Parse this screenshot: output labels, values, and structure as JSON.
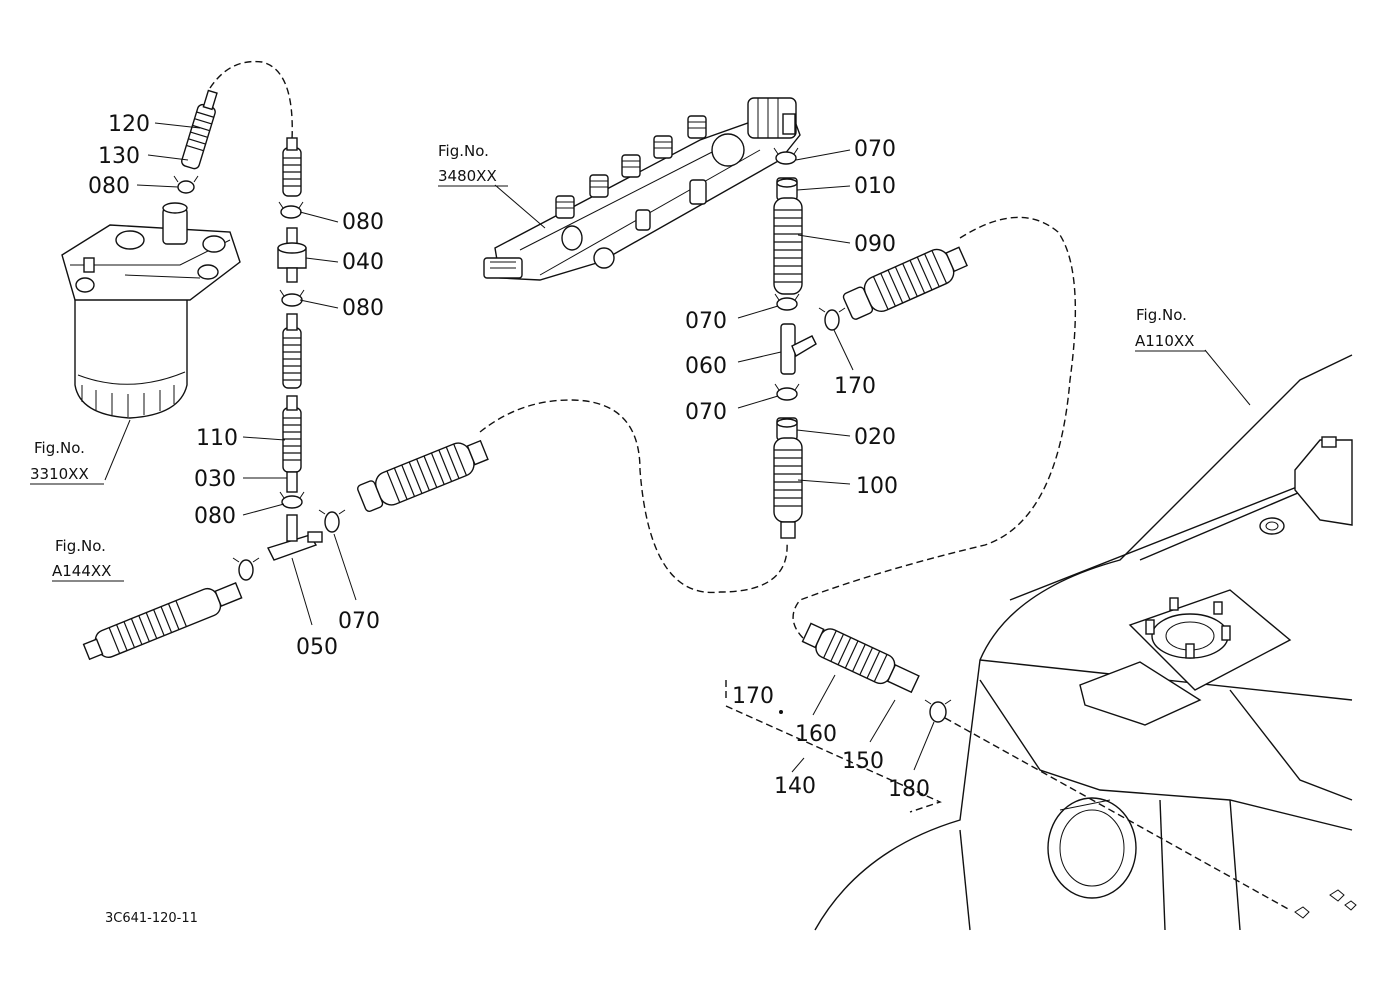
{
  "diagram_code": "3C641-120-11",
  "figure_refs": [
    {
      "id": "fig-3310",
      "line1": "Fig.No.",
      "line2": "3310XX"
    },
    {
      "id": "fig-3480",
      "line1": "Fig.No.",
      "line2": "3480XX"
    },
    {
      "id": "fig-a110",
      "line1": "Fig.No.",
      "line2": "A110XX"
    },
    {
      "id": "fig-a144",
      "line1": "Fig.No.",
      "line2": "A144XX"
    }
  ],
  "callouts": {
    "p120": "120",
    "p130": "130",
    "p080a": "080",
    "p080b": "080",
    "p040": "040",
    "p080c": "080",
    "p110": "110",
    "p030": "030",
    "p080d": "080",
    "p050": "050",
    "p070a": "070",
    "p070b": "070",
    "p010": "010",
    "p090": "090",
    "p070c": "070",
    "p060": "060",
    "p170a": "170",
    "p070d": "070",
    "p020": "020",
    "p100": "100",
    "p170b": "170",
    "p160": "160",
    "p150": "150",
    "p180": "180",
    "p140": "140"
  }
}
